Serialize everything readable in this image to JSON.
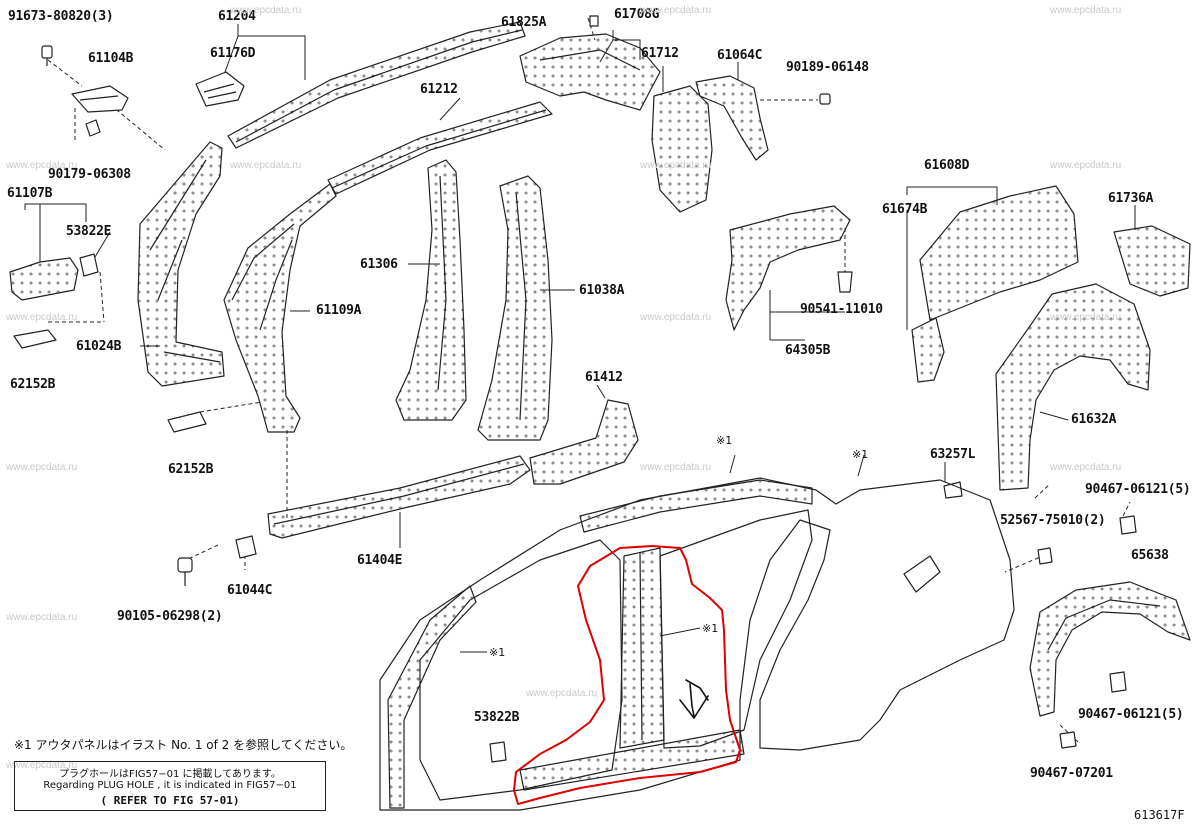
{
  "diagram": {
    "figure_id": "613617F",
    "line_color": "#222222",
    "highlight_color": "#e00000",
    "watermark": "www.epcdata.ru",
    "part_labels": [
      "91673-80820(3)",
      "61204",
      "61825A",
      "61708G",
      "61104B",
      "61176D",
      "61712",
      "61064C",
      "90189-06148",
      "61212",
      "90179-06308",
      "61107B",
      "53822E",
      "61608D",
      "61674B",
      "61736A",
      "61306",
      "61038A",
      "61109A",
      "90541-11010",
      "64305B",
      "61024B",
      "62152B",
      "61632A",
      "61412",
      "62152B",
      "63257L",
      "90467-06121(5)",
      "61404E",
      "52567-75010(2)",
      "61044C",
      "65638",
      "90105-06298(2)",
      "53822B",
      "90467-06121(5)",
      "90467-07201"
    ],
    "reference_marks": [
      "※1",
      "※1",
      "※1",
      "※1"
    ],
    "note": "※1 アウタパネルはイラスト No. 1 of 2 を参照してください。",
    "plug_hole_note": {
      "line1": "プラグホールはFIG57−01 に掲載してあります。",
      "line2": "Regarding PLUG HOLE , it is indicated in FIG57−01",
      "line3": "( REFER TO FIG 57-01)"
    }
  }
}
